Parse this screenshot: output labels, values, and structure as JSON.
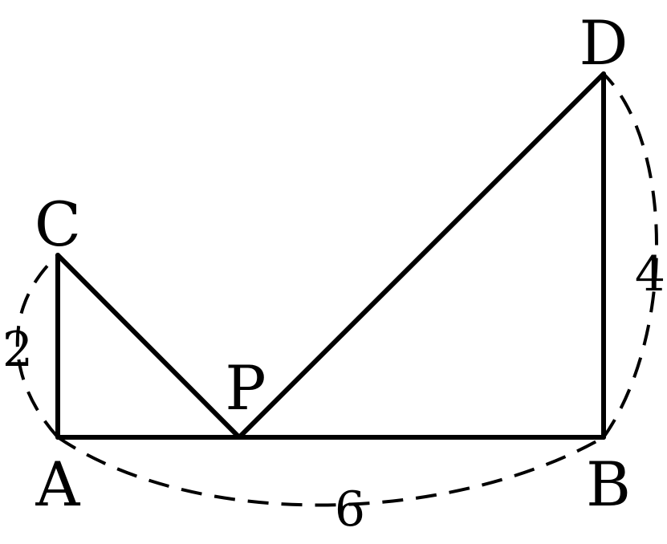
{
  "points": {
    "A": "A",
    "B": "B",
    "C": "C",
    "D": "D",
    "P": "P"
  },
  "lengths": {
    "AC": "2",
    "AB": "6",
    "BD": "4"
  }
}
